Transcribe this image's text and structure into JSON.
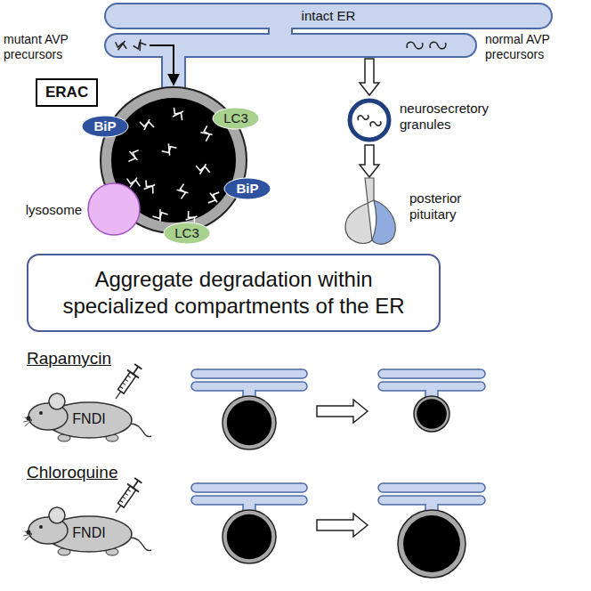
{
  "diagram": {
    "nodes": [
      {
        "text": [
          "intact ER"
        ]
      },
      {
        "text": [
          "ERAC"
        ]
      },
      {
        "text": [
          "BiP"
        ]
      },
      {
        "text": [
          "LC3"
        ]
      },
      {
        "text": [
          "neurosecretory granules"
        ]
      },
      {
        "text": [
          "BiP"
        ]
      },
      {
        "text": [
          "lysosome"
        ]
      },
      {
        "text": [
          "LC3"
        ]
      },
      {
        "text": [
          "posterior pituitary"
        ]
      },
      {
        "text": [
          "Aggregate degradation within specialized compartments of the ER"
        ]
      },
      {
        "text": [
          "FNDI"
        ]
      },
      {
        "text": [
          "FNDI"
        ]
      }
    ],
    "edges": [
      {
        "from": 4,
        "to": 8,
        "arrow": "to"
      }
    ],
    "labels": [
      "mutant AVP precursors",
      "normal AVP precursors",
      "Rapamycin",
      "Chloroquine"
    ]
  }
}
